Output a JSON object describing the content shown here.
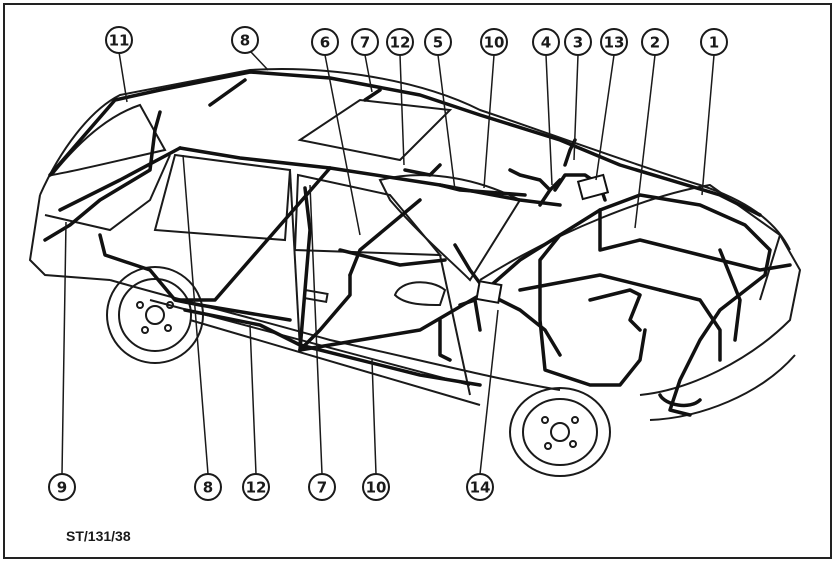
{
  "colors": {
    "ink": "#1a1a1a",
    "wiring": "#111111",
    "paper": "#ffffff",
    "frame": "#222222"
  },
  "reference_code": "ST/131/38",
  "callouts": {
    "top": [
      "11",
      "8",
      "6",
      "7",
      "12",
      "5",
      "10",
      "4",
      "3",
      "13",
      "2",
      "1"
    ],
    "bottom": [
      "9",
      "8",
      "12",
      "7",
      "10",
      "14"
    ]
  }
}
